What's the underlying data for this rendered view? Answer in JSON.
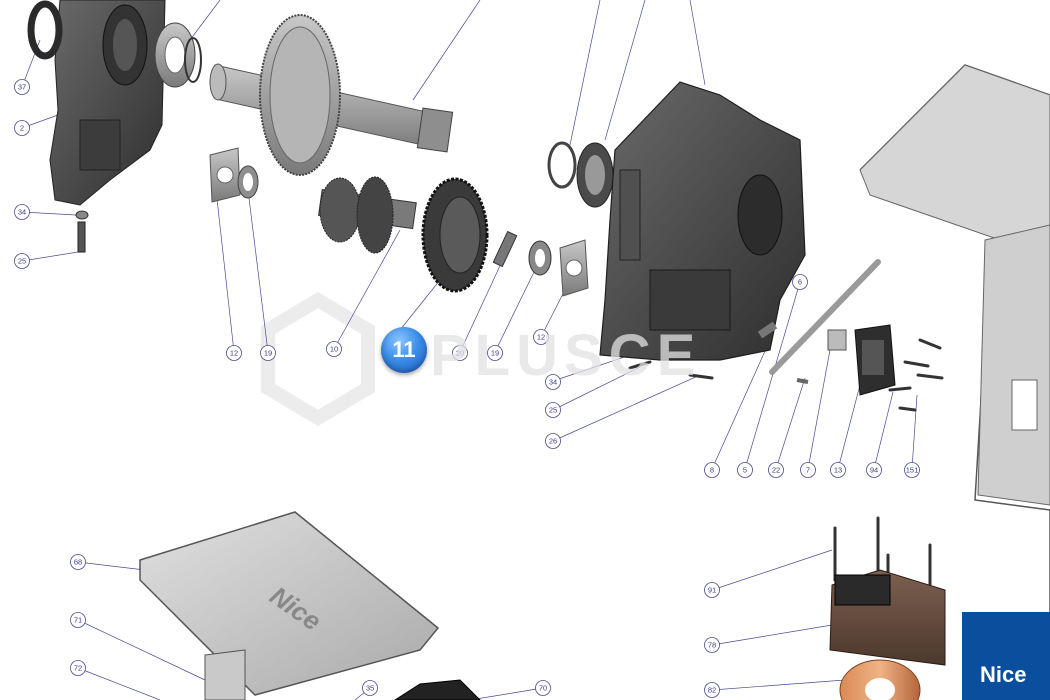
{
  "diagram": {
    "selected_part": "11",
    "watermark": "PLUSCE",
    "brand": "Nice",
    "cover_logo": "Nice",
    "callouts": [
      "37",
      "2",
      "34",
      "25",
      "12",
      "19",
      "10",
      "20",
      "19",
      "12",
      "34",
      "25",
      "26",
      "6",
      "8",
      "5",
      "22",
      "7",
      "13",
      "94",
      "151",
      "68",
      "71",
      "72",
      "35",
      "70",
      "91",
      "78",
      "82"
    ]
  },
  "colors": {
    "line": "#3a3a8a",
    "brand_blue": "#0a4f9e",
    "badge_blue": "#2f7de0",
    "part_dark": "#4a4a4a",
    "part_metal": "#9a9a9a"
  }
}
